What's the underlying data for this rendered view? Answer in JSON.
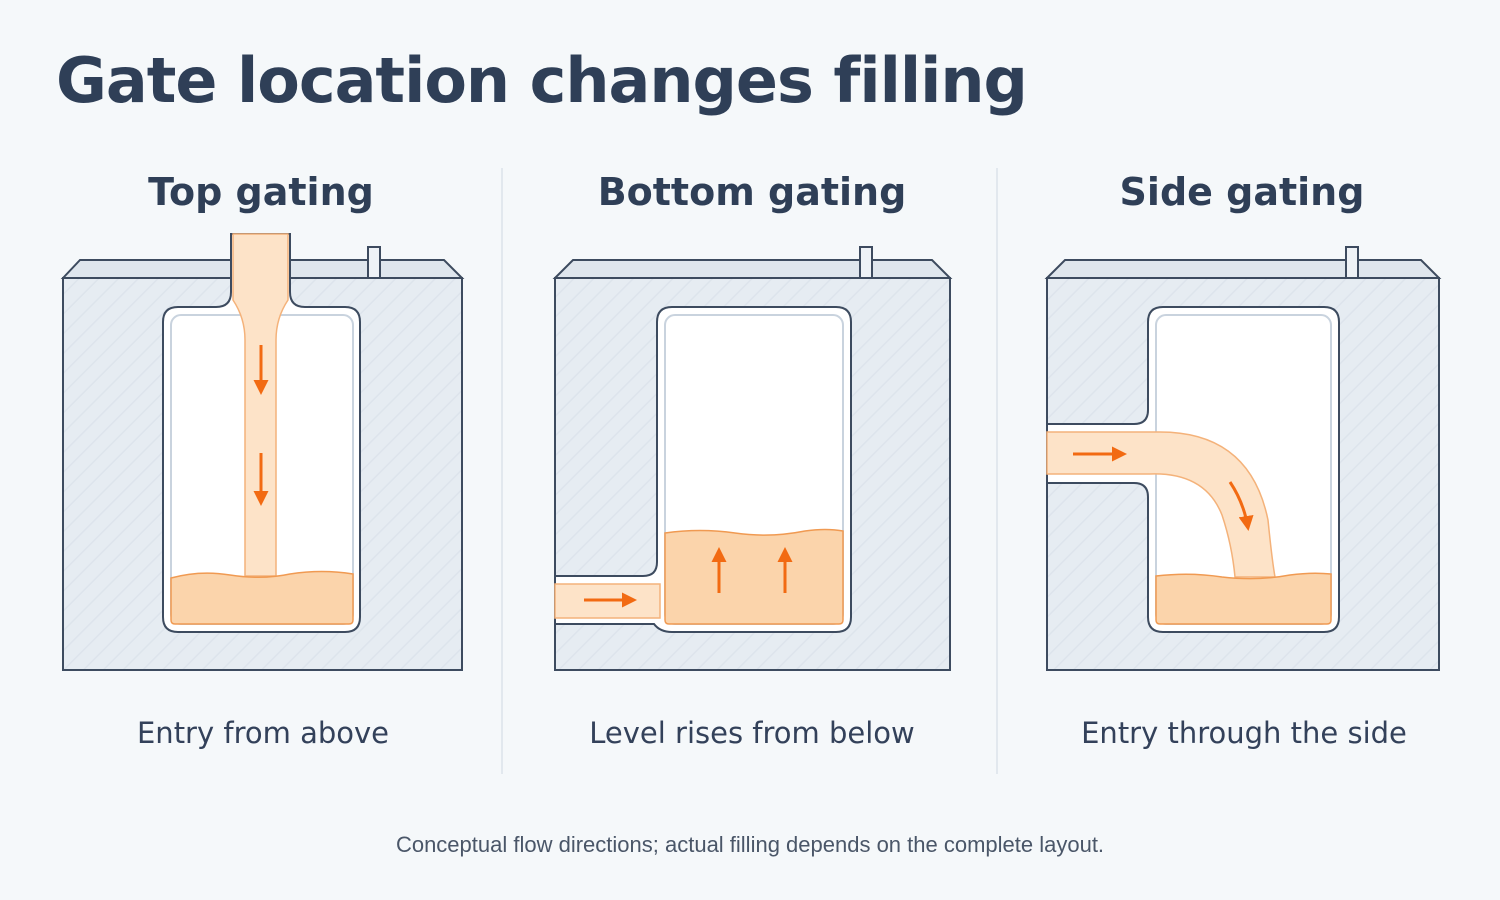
{
  "title": "Gate location changes filling",
  "panels": [
    {
      "heading": "Top gating",
      "caption": "Entry from above",
      "flow_direction": "down",
      "fill_level": 0.16
    },
    {
      "heading": "Bottom gating",
      "caption": "Level rises from below",
      "flow_direction": "up",
      "fill_level": 0.31
    },
    {
      "heading": "Side gating",
      "caption": "Entry through the side",
      "flow_direction": "right-then-down",
      "fill_level": 0.17
    }
  ],
  "footnote": "Conceptual flow directions; actual filling depends on the complete layout.",
  "colors": {
    "background": "#f5f8fa",
    "mold": "#e6ecf2",
    "outline": "#3d4b5f",
    "metal": "#fbd4ab",
    "metal_edge": "#f09a52",
    "arrow": "#f26a12",
    "text": "#2f3f57"
  }
}
